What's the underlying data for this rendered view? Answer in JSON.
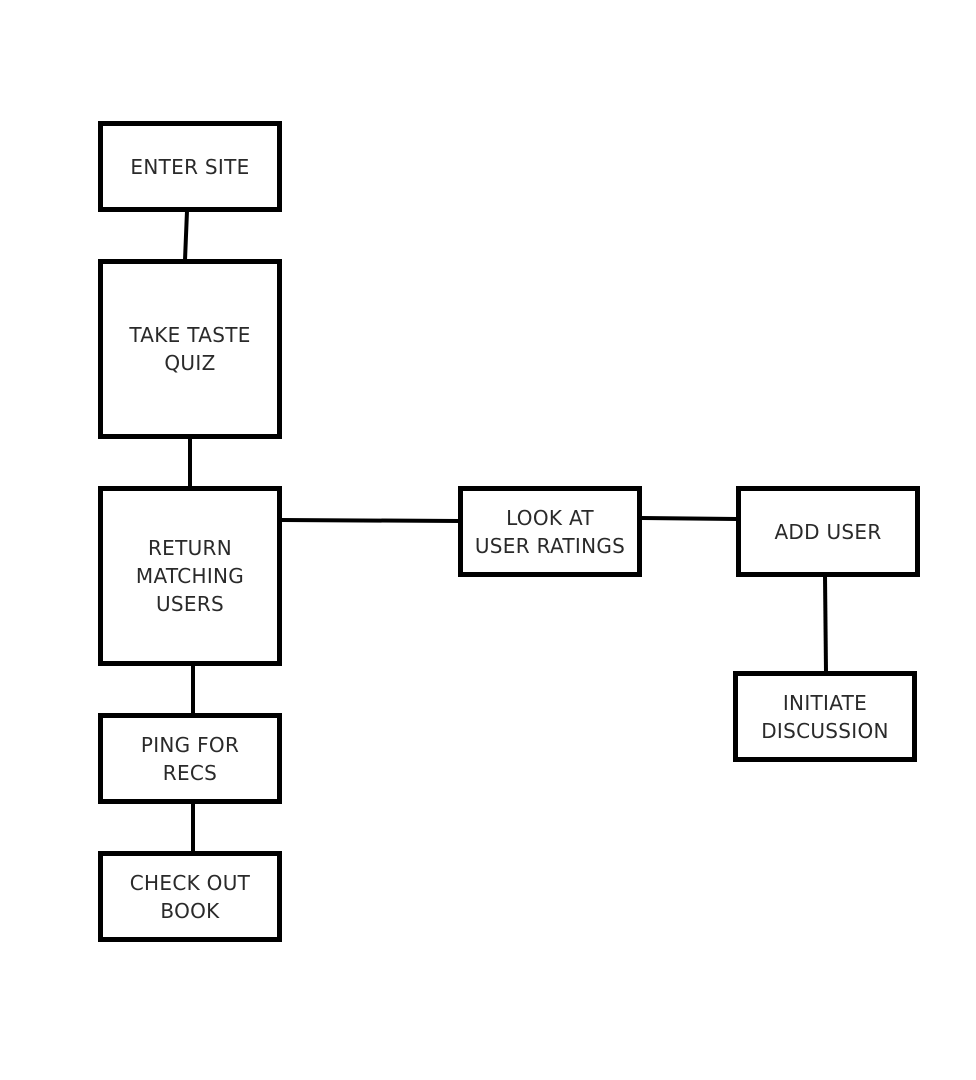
{
  "diagram": {
    "nodes": {
      "enter_site": "ENTER SITE",
      "take_taste_quiz": "TAKE TASTE\nQUIZ",
      "return_matching_users": "RETURN\nMATCHING\nUSERS",
      "ping_for_recs": "PING FOR\nRECS",
      "check_out_book": "CHECK OUT\nBOOK",
      "look_at_user_ratings": "LOOK AT\nUSER RATINGS",
      "add_user": "ADD USER",
      "initiate_discussion": "INITIATE\nDISCUSSION"
    },
    "edges": [
      [
        "enter_site",
        "take_taste_quiz"
      ],
      [
        "take_taste_quiz",
        "return_matching_users"
      ],
      [
        "return_matching_users",
        "ping_for_recs"
      ],
      [
        "ping_for_recs",
        "check_out_book"
      ],
      [
        "return_matching_users",
        "look_at_user_ratings"
      ],
      [
        "look_at_user_ratings",
        "add_user"
      ],
      [
        "add_user",
        "initiate_discussion"
      ]
    ],
    "colors": {
      "stroke": "#000000",
      "text": "#2a2a2a",
      "background": "#ffffff"
    }
  }
}
